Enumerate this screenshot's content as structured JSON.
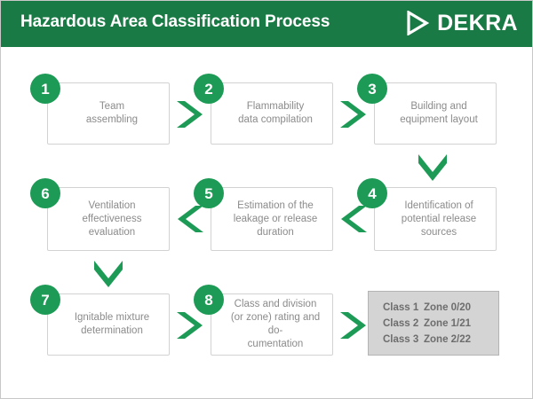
{
  "header": {
    "title": "Hazardous Area Classification Process",
    "logo_text": "DEKRA",
    "logo_icon": "play-triangle-icon",
    "bg_color": "#1a7a45"
  },
  "theme": {
    "green": "#1a7a45",
    "badge_green": "#1d9b56",
    "arrow_green": "#1d9b56",
    "box_border": "#d2d2d2",
    "text_gray": "#8b8b8b",
    "table_bg": "#d4d4d4"
  },
  "steps": [
    {
      "number": "1",
      "label": "Team\nassembling"
    },
    {
      "number": "2",
      "label": "Flammability\ndata compilation"
    },
    {
      "number": "3",
      "label": "Building and\nequipment layout"
    },
    {
      "number": "4",
      "label": "Identification of\npotential release\nsources"
    },
    {
      "number": "5",
      "label": "Estimation of the\nleakage or release\nduration"
    },
    {
      "number": "6",
      "label": "Ventilation\neffectiveness\nevaluation"
    },
    {
      "number": "7",
      "label": "Ignitable mixture\ndetermination"
    },
    {
      "number": "8",
      "label": "Class and division\n(or zone) rating and do-\ncumentation"
    }
  ],
  "connectors": [
    {
      "name": "arrow-step1-to-step2",
      "direction": "right"
    },
    {
      "name": "arrow-step2-to-step3",
      "direction": "right"
    },
    {
      "name": "arrow-step3-to-step4",
      "direction": "down"
    },
    {
      "name": "arrow-step4-to-step5",
      "direction": "left"
    },
    {
      "name": "arrow-step5-to-step6",
      "direction": "left"
    },
    {
      "name": "arrow-step6-to-step7",
      "direction": "down"
    },
    {
      "name": "arrow-step7-to-step8",
      "direction": "right"
    },
    {
      "name": "arrow-step8-to-result",
      "direction": "right"
    }
  ],
  "result_table": {
    "rows": [
      {
        "class": "Class 1",
        "zone": "Zone 0/20"
      },
      {
        "class": "Class 2",
        "zone": "Zone 1/21"
      },
      {
        "class": "Class 3",
        "zone": "Zone 2/22"
      }
    ]
  }
}
